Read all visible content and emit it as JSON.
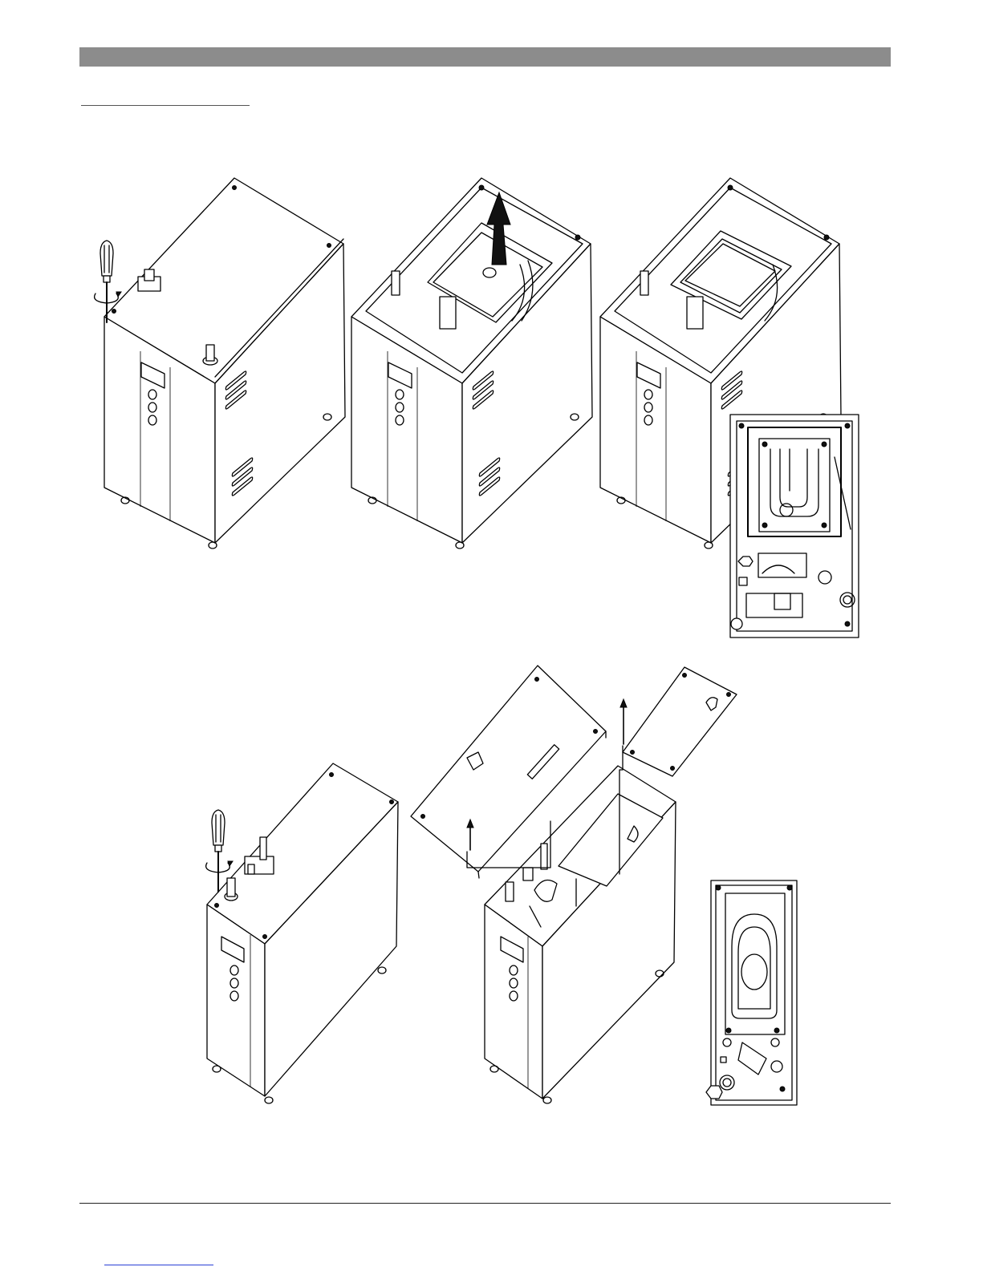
{
  "page": {
    "header_bar_color": "#8c8c8c",
    "footer_link_color": "#2a3fd6"
  },
  "figure": {
    "panels": [
      {
        "name": "unit-with-screwdriver-top-row",
        "icons": [
          "screwdriver-icon",
          "rotate-arrow-icon"
        ]
      },
      {
        "name": "unit-cover-removed-lift-arrow",
        "icons": [
          "up-arrow-icon"
        ]
      },
      {
        "name": "unit-cylinder-exposed-with-topview",
        "icons": []
      },
      {
        "name": "slim-unit-with-screwdriver",
        "icons": [
          "screwdriver-icon",
          "rotate-arrow-icon"
        ]
      },
      {
        "name": "slim-unit-exploded-panels",
        "icons": [
          "up-arrow-icon",
          "up-arrow-icon"
        ]
      },
      {
        "name": "slim-unit-topview",
        "icons": []
      }
    ]
  }
}
